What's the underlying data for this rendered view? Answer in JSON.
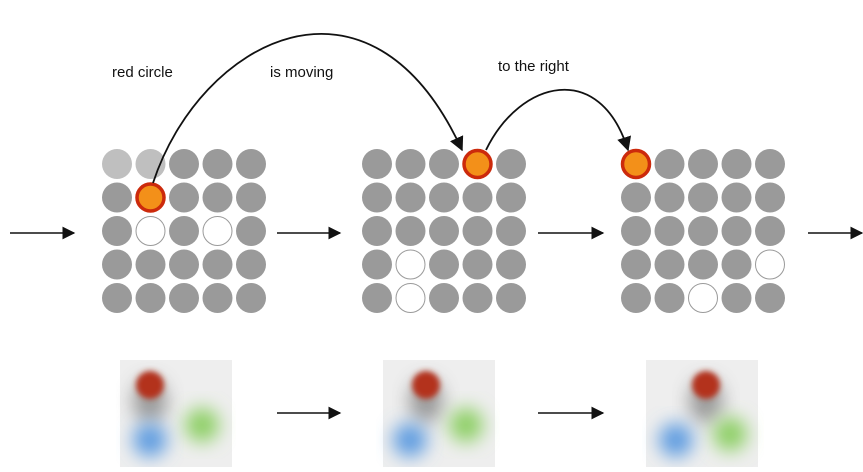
{
  "captions": [
    "red circle",
    "is moving",
    "to the right"
  ],
  "grid": {
    "rows": 5,
    "cols": 5
  },
  "frames": [
    {
      "empty": [
        [
          2,
          1
        ],
        [
          2,
          3
        ]
      ],
      "faded": [
        [
          0,
          0
        ],
        [
          0,
          1
        ]
      ],
      "active": [
        1,
        1
      ]
    },
    {
      "empty": [
        [
          3,
          1
        ],
        [
          4,
          1
        ]
      ],
      "faded": [],
      "active": [
        0,
        3
      ]
    },
    {
      "empty": [
        [
          3,
          4
        ],
        [
          4,
          2
        ]
      ],
      "faded": [],
      "active": [
        0,
        0
      ]
    }
  ],
  "colors": {
    "dot": "#9a9a9a",
    "dot_faded": "#bfbfbf",
    "empty_fill": "#ffffff",
    "empty_stroke": "#9a9a9a",
    "active_fill": "#f39019",
    "active_stroke": "#cc2a0c",
    "arrow": "#111111",
    "blur_red": "#b3321a",
    "blur_green": "#8ccf63",
    "blur_blue": "#5d9be0",
    "blur_bg": "#eeeeee"
  }
}
